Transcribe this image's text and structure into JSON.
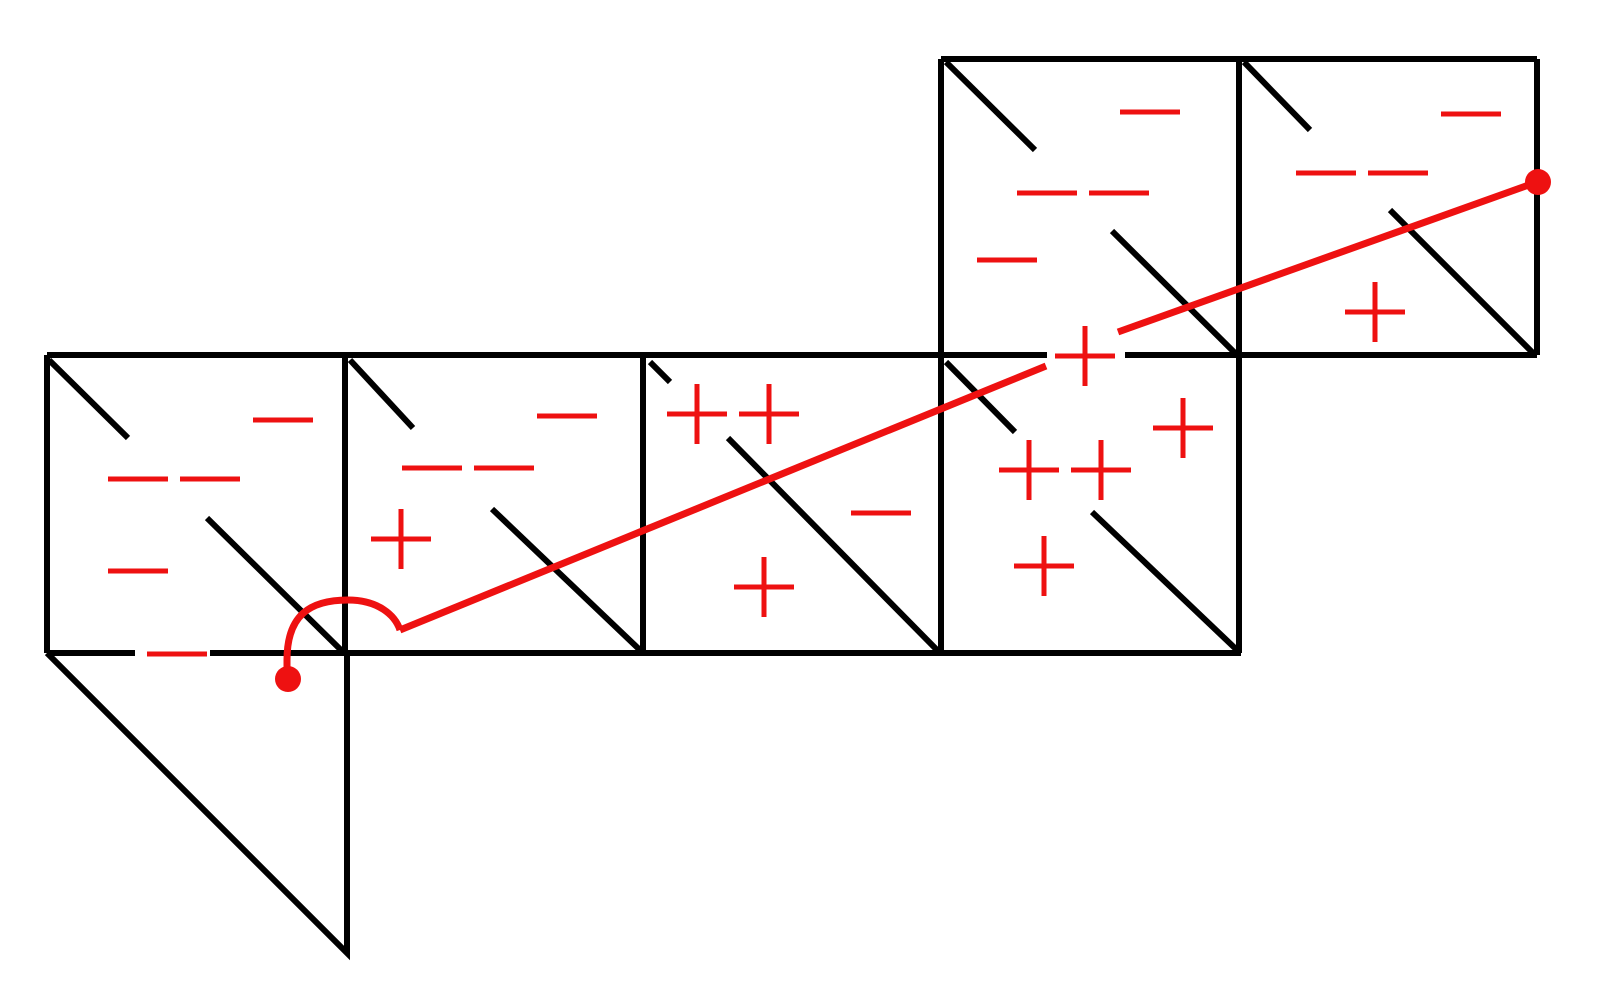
{
  "colors": {
    "net_line": "#000000",
    "signs": "#ee1111",
    "path": "#ee1111",
    "background": "#ffffff"
  },
  "net": {
    "cells": 6,
    "extra_triangle": true
  },
  "signs": [
    {
      "cell": 0,
      "kind": "minus"
    },
    {
      "cell": 0,
      "kind": "minus"
    },
    {
      "cell": 0,
      "kind": "minus"
    },
    {
      "cell": 0,
      "kind": "minus"
    },
    {
      "cell": 0,
      "kind": "minus"
    },
    {
      "cell": 1,
      "kind": "minus"
    },
    {
      "cell": 1,
      "kind": "minus"
    },
    {
      "cell": 1,
      "kind": "minus"
    },
    {
      "cell": 1,
      "kind": "plus"
    },
    {
      "cell": 2,
      "kind": "plus"
    },
    {
      "cell": 2,
      "kind": "plus"
    },
    {
      "cell": 2,
      "kind": "minus"
    },
    {
      "cell": 2,
      "kind": "plus"
    },
    {
      "cell": 3,
      "kind": "plus"
    },
    {
      "cell": 3,
      "kind": "plus"
    },
    {
      "cell": 3,
      "kind": "plus"
    },
    {
      "cell": 3,
      "kind": "plus"
    },
    {
      "cell": 3,
      "kind": "plus"
    },
    {
      "cell": 4,
      "kind": "minus"
    },
    {
      "cell": 4,
      "kind": "minus"
    },
    {
      "cell": 4,
      "kind": "minus"
    },
    {
      "cell": 4,
      "kind": "minus"
    },
    {
      "cell": 5,
      "kind": "minus"
    },
    {
      "cell": 5,
      "kind": "minus"
    },
    {
      "cell": 5,
      "kind": "minus"
    },
    {
      "cell": 5,
      "kind": "plus"
    }
  ],
  "path": {
    "endpoints": 2,
    "has_arc": true
  }
}
